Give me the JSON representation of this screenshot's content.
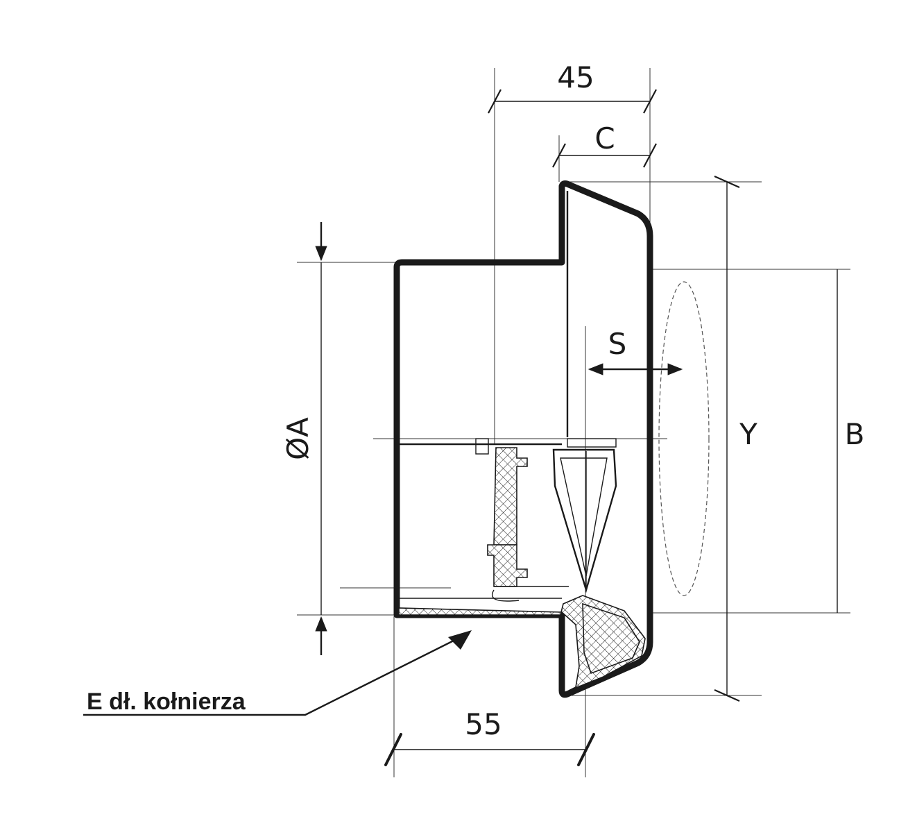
{
  "labels": {
    "dim_top_overall": "45",
    "dim_top_flange": "C",
    "dim_s": "S",
    "dim_diameter": "ØA",
    "dim_y": "Y",
    "dim_b": "B",
    "dim_bottom": "55",
    "callout_flange": "E dł. kołnierza"
  },
  "colors": {
    "line": "#1a1a1a",
    "background": "#ffffff"
  }
}
